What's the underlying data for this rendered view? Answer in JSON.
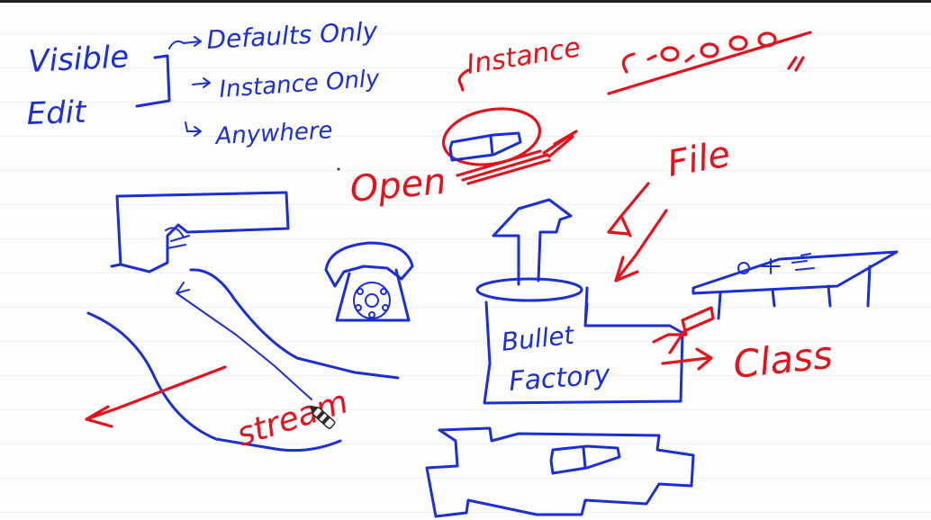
{
  "annotations": {
    "visible": "Visible",
    "edit": "Edit",
    "defaults_only": "Defaults Only",
    "instance_only": "Instance Only",
    "anywhere": "Anywhere",
    "instance": "Instance",
    "open": "Open",
    "file": "File",
    "bullet": "Bullet",
    "factory": "Factory",
    "class": "Class",
    "stream": "stream"
  },
  "colors": {
    "blue_ink": "#1a2fd6",
    "red_ink": "#e3121b",
    "board_background": "#fdfdfd",
    "ruled_line": "#eef0f3"
  },
  "icons": [
    "pen-cursor-icon",
    "rotary-phone-icon"
  ]
}
